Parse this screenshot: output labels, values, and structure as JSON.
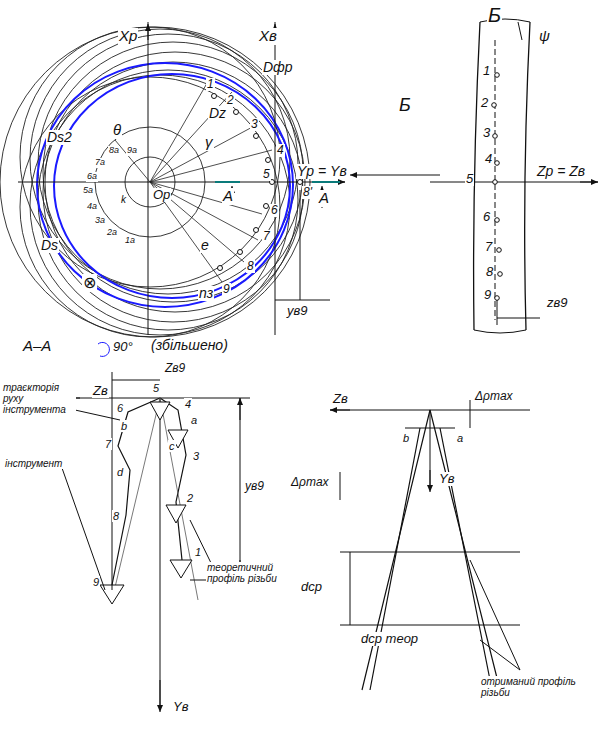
{
  "diagram": {
    "labels": [
      "Xр",
      "Xв",
      "Dфр",
      "Б",
      "ψ",
      "1",
      "2",
      "3",
      "4",
      "5",
      "6",
      "7",
      "8",
      "9",
      "Dz",
      "θ",
      "γ",
      "Б",
      "Yр = Yв",
      "Zр = Zв",
      "1",
      "2",
      "3",
      "4",
      "5",
      "6",
      "7",
      "8",
      "9",
      "Ds2",
      "Ds",
      "Oр",
      "e",
      "nз",
      "⊗",
      "8a",
      "9a",
      "7a",
      "6a",
      "5a",
      "4a",
      "3a",
      "2a",
      "1a",
      "k",
      "8'",
      "A",
      "A",
      "yв9",
      "zв9",
      "A–A",
      "90°",
      "(збільшено)",
      "траєкторія руху інструмента",
      "інструмент",
      "теоретичний профіль різьби",
      "отриманий профіль різьби",
      "Zв",
      "Zв9",
      "Yв",
      "yв9",
      "6",
      "5",
      "4",
      "7",
      "b",
      "a",
      "3",
      "c",
      "d",
      "2",
      "8",
      "9",
      "1",
      "Zв",
      "Δρmax",
      "Δρmax",
      "b",
      "a",
      "Yв",
      "dср",
      "dср теор"
    ]
  }
}
